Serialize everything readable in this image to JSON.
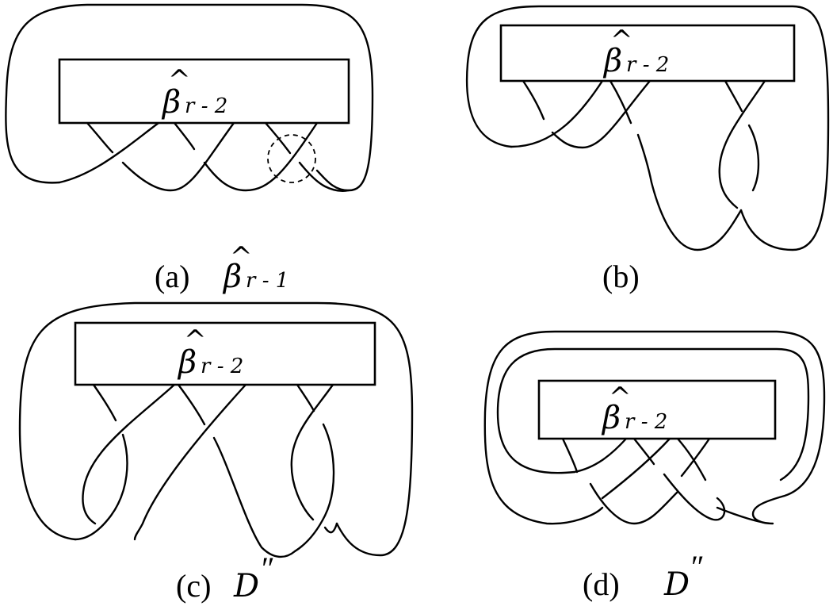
{
  "box_label": {
    "symbol": "β",
    "hat": "^",
    "subscript": "r - 2"
  },
  "panels": [
    {
      "id": "a",
      "caption_prefix": "(a)",
      "caption_symbol": "β",
      "caption_hat": "^",
      "caption_subscript": "r - 1"
    },
    {
      "id": "b",
      "caption_prefix": "(b)"
    },
    {
      "id": "c",
      "caption_prefix": "(c)",
      "caption_symbol": "D",
      "caption_mark": "″"
    },
    {
      "id": "d",
      "caption_prefix": "(d)",
      "caption_symbol": "D",
      "caption_mark": "″"
    }
  ],
  "colors": {
    "ink": "#000000",
    "paper": "#ffffff"
  }
}
